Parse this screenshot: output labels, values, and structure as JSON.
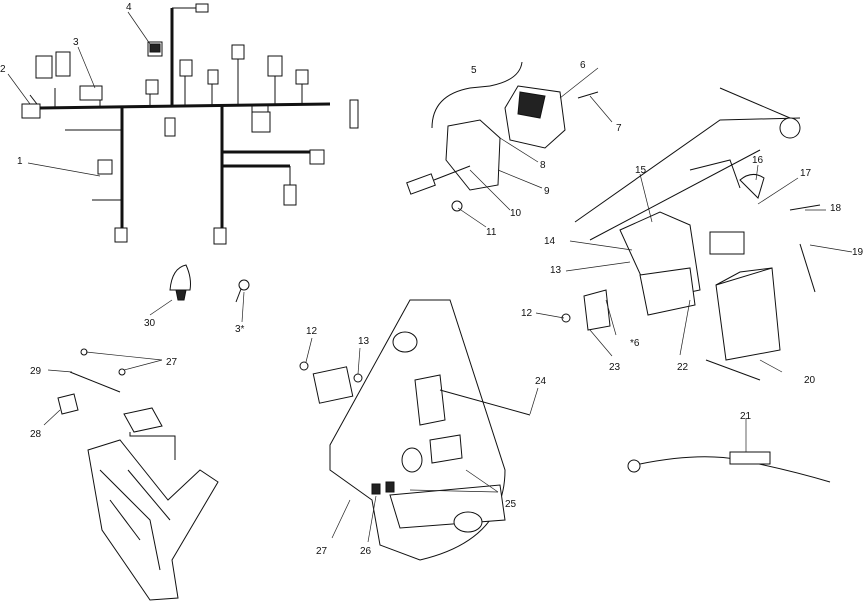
{
  "diagram": {
    "callouts": {
      "c1": "1",
      "c2": "2",
      "c3": "3",
      "c4": "4",
      "c5": "5",
      "c6": "6",
      "c7": "7",
      "c8": "8",
      "c9": "9",
      "c10": "10",
      "c11": "11",
      "c12a": "12",
      "c12b": "12",
      "c13a": "13",
      "c13b": "13",
      "c14": "14",
      "c15": "15",
      "c16": "16",
      "c17": "17",
      "c18": "18",
      "c19": "19",
      "c20": "20",
      "c21": "21",
      "c22": "22",
      "c23": "23",
      "c24": "24",
      "c25": "25",
      "c26": "26",
      "c26b": "*6",
      "c27a": "27",
      "c27b": "27",
      "c28": "28",
      "c29": "29",
      "c30": "30",
      "c31": "3*"
    }
  }
}
